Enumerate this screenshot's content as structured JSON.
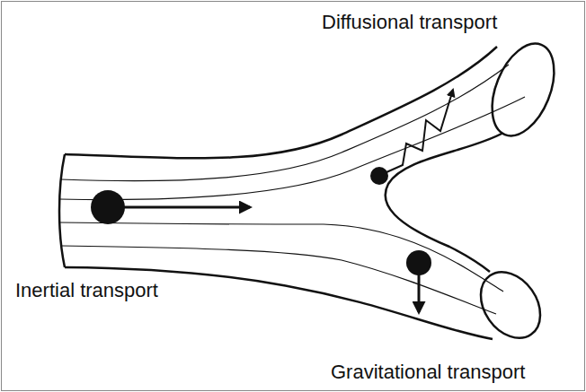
{
  "diagram": {
    "labels": [
      "Diffusional transport",
      "Inertial transport",
      "Gravitational transport"
    ]
  }
}
